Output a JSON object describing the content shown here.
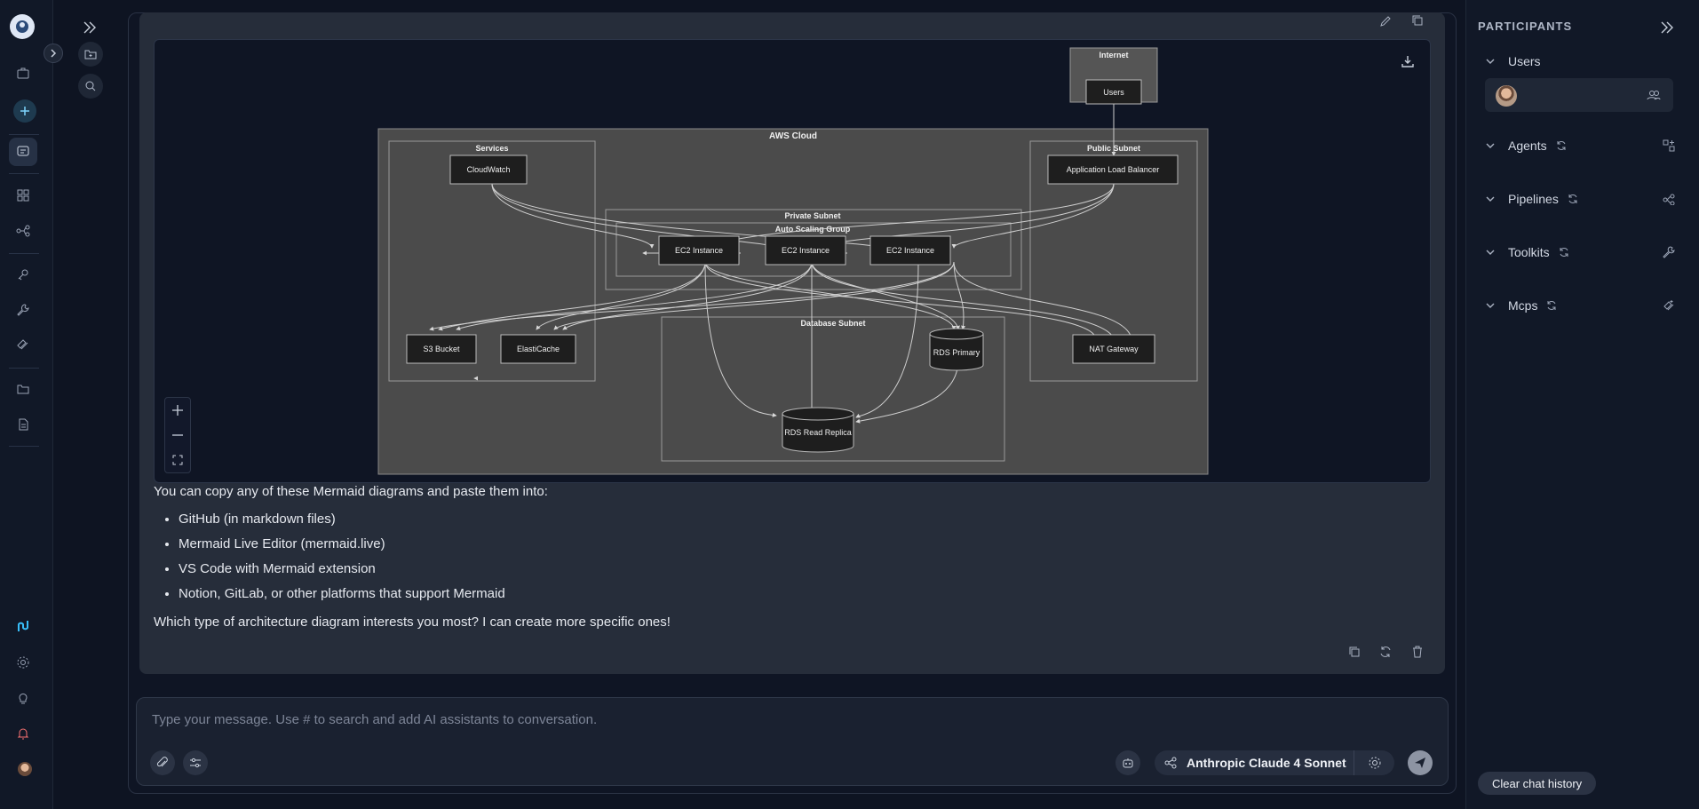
{
  "message": {
    "intro": "You can copy any of these Mermaid diagrams and paste them into:",
    "platforms": [
      "GitHub (in markdown files)",
      "Mermaid Live Editor (mermaid.live)",
      "VS Code with Mermaid extension",
      "Notion, GitLab, or other platforms that support Mermaid"
    ],
    "closing": "Which type of architecture diagram interests you most? I can create more specific ones!"
  },
  "diagram": {
    "groups": {
      "internet": "Internet",
      "aws_cloud": "AWS Cloud",
      "services": "Services",
      "public_subnet": "Public Subnet",
      "private_subnet": "Private Subnet",
      "auto_scaling": "Auto Scaling Group",
      "database_subnet": "Database Subnet"
    },
    "nodes": {
      "users": "Users",
      "cloudwatch": "CloudWatch",
      "alb": "Application Load Balancer",
      "ec2_a": "EC2 Instance",
      "ec2_b": "EC2 Instance",
      "ec2_c": "EC2 Instance",
      "s3": "S3 Bucket",
      "elasticache": "ElastiCache",
      "rds_primary": "RDS Primary",
      "nat": "NAT Gateway",
      "rds_replica": "RDS Read Replica"
    }
  },
  "input": {
    "placeholder": "Type your message. Use # to search and add AI assistants to conversation."
  },
  "model": {
    "name": "Anthropic Claude 4 Sonnet"
  },
  "participants": {
    "title": "PARTICIPANTS",
    "sections": [
      "Users",
      "Agents",
      "Pipelines",
      "Toolkits",
      "Mcps"
    ]
  },
  "clear_history": "Clear chat history",
  "colors": {
    "background": "#0e1422",
    "message_bg": "#262d3a",
    "diagram_bg": "#4a4a4a",
    "accent": "#38bdf8"
  }
}
